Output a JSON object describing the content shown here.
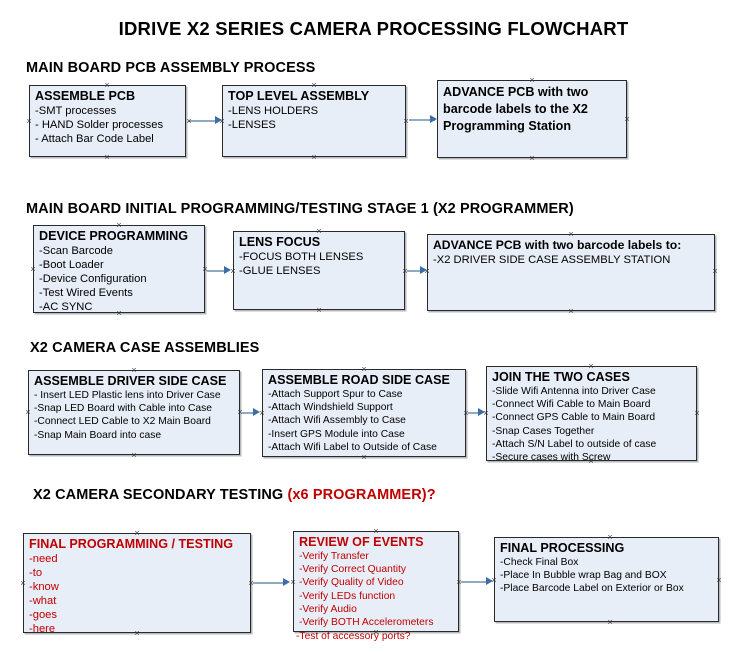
{
  "document": {
    "title": "IDRIVE X2  SERIES CAMERA PROCESSING FLOWCHART"
  },
  "sections": [
    {
      "id": "main-board-pcb-assembly",
      "heading": "MAIN BOARD PCB ASSEMBLY PROCESS",
      "heading_red": ""
    },
    {
      "id": "main-board-initial-programming",
      "heading": "MAIN BOARD INITIAL PROGRAMMING/TESTING STAGE 1 (X2 PROGRAMMER)",
      "heading_red": ""
    },
    {
      "id": "x2-camera-case-assemblies",
      "heading": "X2 CAMERA CASE ASSEMBLIES",
      "heading_red": ""
    },
    {
      "id": "x2-camera-secondary-testing",
      "heading": "X2 CAMERA SECONDARY TESTING ",
      "heading_red": "(x6 PROGRAMMER)?"
    }
  ],
  "nodes": {
    "assemble_pcb": {
      "title": "ASSEMBLE PCB",
      "items": [
        "-SMT processes",
        "- HAND Solder processes",
        "- Attach Bar Code Label"
      ]
    },
    "top_level_assembly": {
      "title": "TOP LEVEL ASSEMBLY",
      "items": [
        "-LENS HOLDERS",
        "-LENSES"
      ]
    },
    "advance_pcb_station": {
      "title": "ADVANCE PCB with two barcode labels to the  X2 Programming Station",
      "items": []
    },
    "device_programming": {
      "title": "DEVICE PROGRAMMING",
      "items": [
        "-Scan Barcode",
        "-Boot Loader",
        "-Device Configuration",
        "-Test Wired Events",
        "-AC SYNC"
      ]
    },
    "lens_focus": {
      "title": "LENS FOCUS",
      "items": [
        "-FOCUS BOTH LENSES",
        "-GLUE LENSES"
      ]
    },
    "advance_pcb_driver_side": {
      "title": "ADVANCE PCB with two barcode labels to:",
      "items": [
        "-X2 DRIVER  SIDE  CASE  ASSEMBLY STATION"
      ]
    },
    "assemble_driver_side_case": {
      "title": "ASSEMBLE DRIVER SIDE CASE",
      "items": [
        "- Insert LED Plastic lens into Driver Case",
        "-Snap LED Board with Cable into Case",
        "-Connect LED Cable to X2 Main Board",
        "-Snap Main Board into case"
      ]
    },
    "assemble_road_side_case": {
      "title": "ASSEMBLE ROAD SIDE CASE",
      "items": [
        "-Attach Support Spur to Case",
        "-Attach Windshield Support",
        "-Attach Wifi Assembly to Case",
        "-Insert GPS Module into Case",
        "-Attach Wifi Label to Outside of Case"
      ]
    },
    "join_the_two_cases": {
      "title": "JOIN THE TWO CASES",
      "items": [
        "-Slide Wifi Antenna into Driver Case",
        "-Connect Wifi Cable to Main Board",
        "-Connect GPS Cable to Main Board",
        "-Snap Cases Together",
        "-Attach S/N Label to outside of case",
        "-Secure cases with Screw"
      ]
    },
    "final_programming_testing": {
      "title": "FINAL PROGRAMMING / TESTING",
      "items": [
        "-need",
        "-to",
        "-know",
        "-what",
        "-goes",
        "-here"
      ]
    },
    "review_of_events": {
      "title": "REVIEW OF EVENTS",
      "items": [
        "-Verify Transfer",
        "-Verify Correct Quantity",
        "-Verify Quality of Video",
        "-Verify LEDs function",
        "-Verify Audio",
        "-Verify BOTH Accelerometers"
      ],
      "overflow_item": "-Test of accessory ports?"
    },
    "final_processing": {
      "title": "FINAL PROCESSING",
      "items": [
        "-Check Final Box",
        "-Place In Bubble wrap Bag and BOX",
        "-Place Barcode Label on Exterior or Box"
      ]
    }
  },
  "colors": {
    "node_fill": "#e8eef7",
    "node_border": "#2a2a2a",
    "connector": "#8faac4",
    "arrow": "#3a6ea5",
    "red_text": "#c00000"
  }
}
